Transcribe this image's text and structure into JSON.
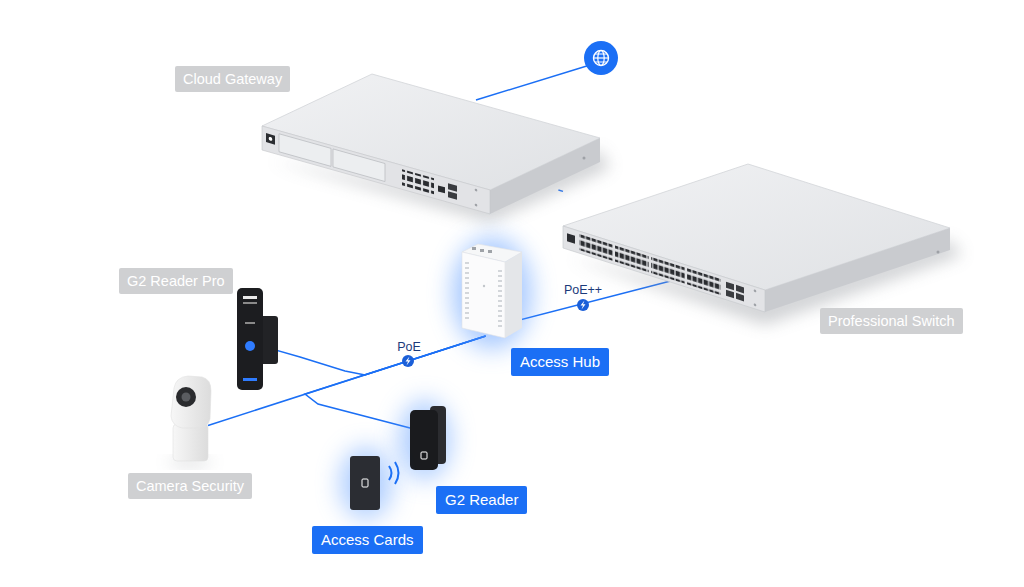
{
  "diagram": {
    "nodes": [
      {
        "text": [
          "Cloud Gateway"
        ]
      },
      {
        "text": [
          "Professional Switch"
        ]
      },
      {
        "text": [
          "Access Hub"
        ]
      },
      {
        "text": [
          "G2 Reader Pro"
        ]
      },
      {
        "text": [
          "Camera Security"
        ]
      },
      {
        "text": [
          "G2 Reader"
        ]
      },
      {
        "text": [
          "Access Cards"
        ]
      }
    ],
    "edges": [
      {
        "from": 0,
        "to": 1,
        "arrow": "none"
      },
      {
        "from": 1,
        "to": 2,
        "label": "PoE++",
        "arrow": "none"
      },
      {
        "from": 2,
        "to": 3,
        "arrow": "none"
      },
      {
        "from": 2,
        "to": 4,
        "label": "PoE",
        "arrow": "none"
      },
      {
        "from": 2,
        "to": 5,
        "arrow": "none"
      }
    ]
  }
}
